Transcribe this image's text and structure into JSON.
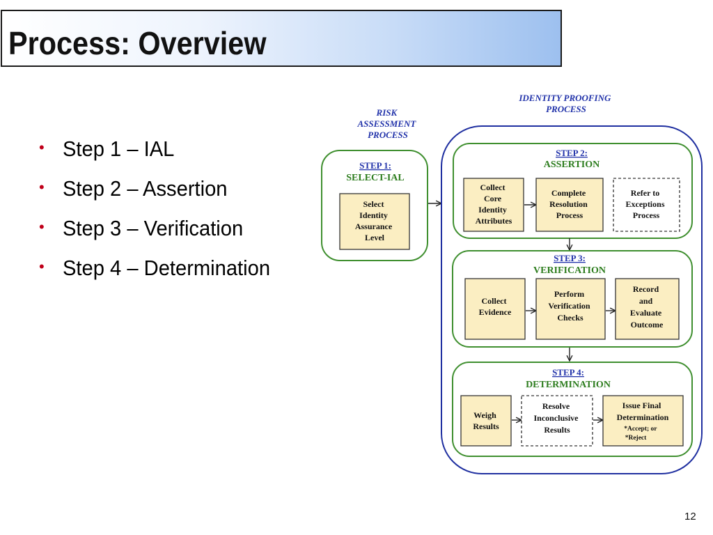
{
  "slide": {
    "title": "Process: Overview",
    "page_number": "12",
    "bullets": [
      "Step 1 – IAL",
      "Step 2 – Assertion",
      "Step 3 – Verification",
      "Step 4 – Determination"
    ]
  },
  "diagram": {
    "risk_label": [
      "RISK",
      "ASSESSMENT",
      "PROCESS"
    ],
    "identity_label": [
      "IDENTITY PROOFING",
      "PROCESS"
    ],
    "step1": {
      "step": "STEP 1:",
      "name": "SELECT-IAL",
      "box": [
        "Select",
        "Identity",
        "Assurance",
        "Level"
      ]
    },
    "step2": {
      "step": "STEP 2:",
      "name": "ASSERTION",
      "box1": [
        "Collect",
        "Core",
        "Identity",
        "Attributes"
      ],
      "box2": [
        "Complete",
        "Resolution",
        "Process"
      ],
      "box3": [
        "Refer to",
        "Exceptions",
        "Process"
      ]
    },
    "step3": {
      "step": "STEP 3:",
      "name": "VERIFICATION",
      "box1": [
        "Collect",
        "Evidence"
      ],
      "box2": [
        "Perform",
        "Verification",
        "Checks"
      ],
      "box3": [
        "Record",
        "and",
        "Evaluate",
        "Outcome"
      ]
    },
    "step4": {
      "step": "STEP 4:",
      "name": "DETERMINATION",
      "box1": [
        "Weigh",
        "Results"
      ],
      "box2": [
        "Resolve",
        "Inconclusive",
        "Results"
      ],
      "box3_title": [
        "Issue Final",
        "Determination"
      ],
      "box3_notes": [
        "*Accept; or",
        "*Reject"
      ]
    },
    "colors": {
      "box_fill": "#fbeec2",
      "green_border": "#3f8f2f",
      "blue_border": "#1f2fa0",
      "label_blue": "#2233aa",
      "label_green": "#2d7d1e",
      "bullet_red": "#c0001a"
    }
  }
}
